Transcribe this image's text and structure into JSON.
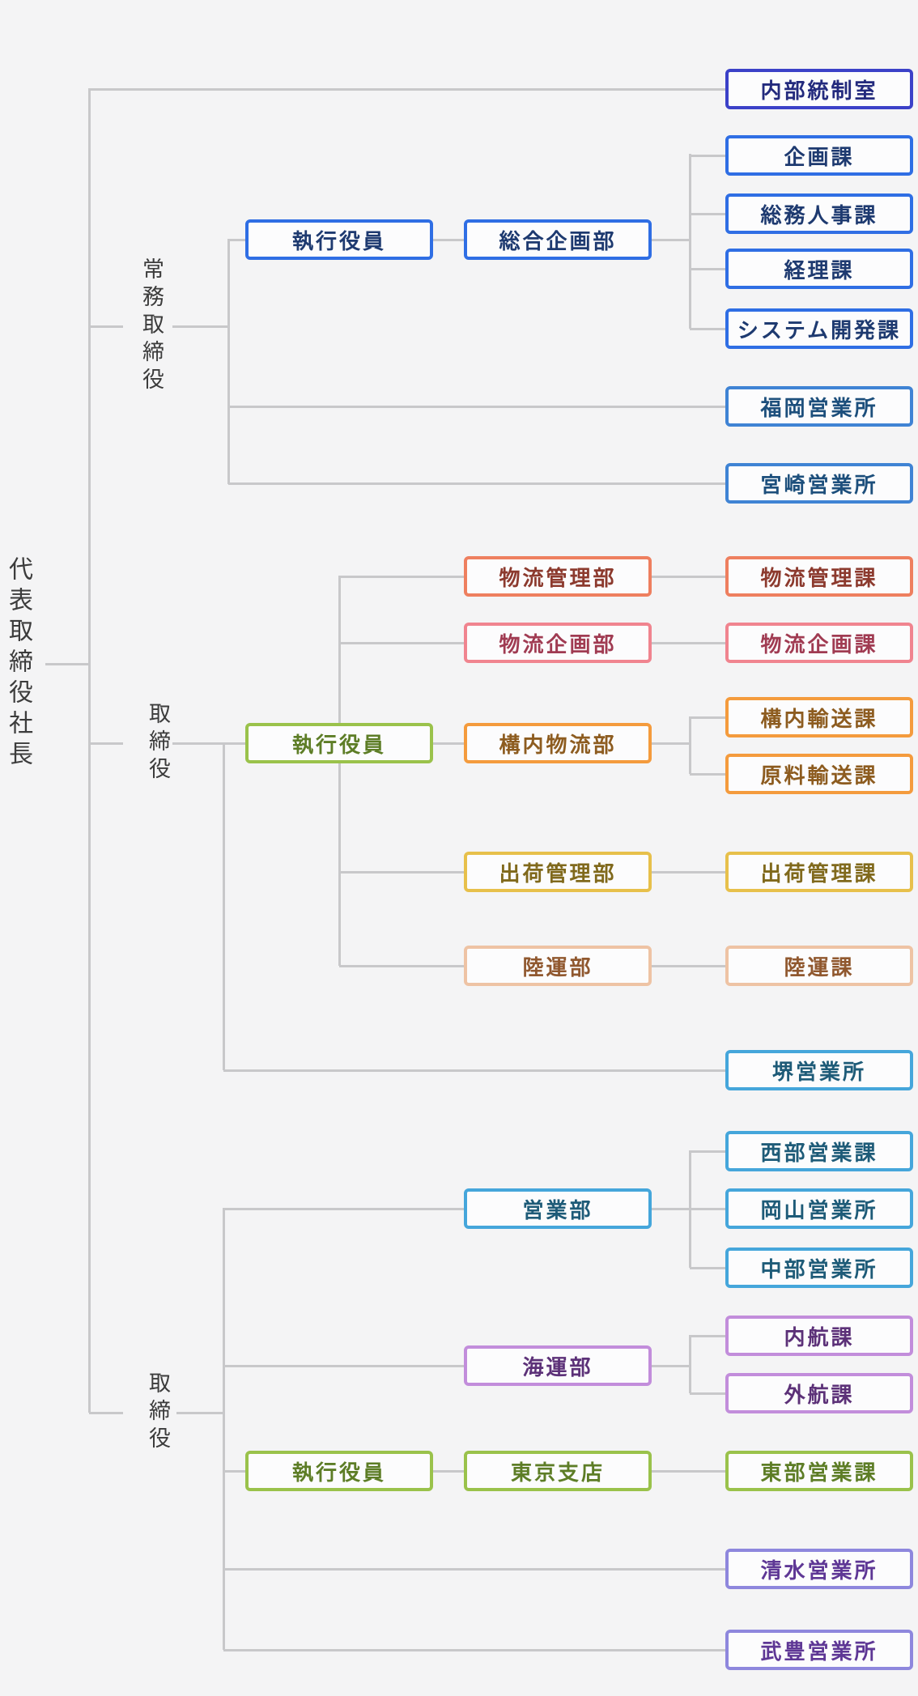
{
  "page": {
    "background": "#f4f4f5",
    "line_color": "#c8c8ca",
    "node_background": "#fcfcfd"
  },
  "roles": {
    "president": "代表取締役社長",
    "senior_managing_director": "常務取締役",
    "director_1": "取締役",
    "director_2": "取締役"
  },
  "nodes": {
    "internal_control": "内部統制室",
    "exec_officer_b": "執行役員",
    "corporate_planning_dept": "総合企画部",
    "planning_sec": "企画課",
    "general_affairs_hr_sec": "総務人事課",
    "accounting_sec": "経理課",
    "system_dev_sec": "システム開発課",
    "fukuoka_office": "福岡営業所",
    "miyazaki_office": "宮崎営業所",
    "logistics_mgmt_dept": "物流管理部",
    "logistics_mgmt_sec": "物流管理課",
    "logistics_planning_dept": "物流企画部",
    "logistics_planning_sec": "物流企画課",
    "exec_officer_c": "執行役員",
    "onsite_logistics_dept": "構内物流部",
    "onsite_transport_sec": "構内輸送課",
    "raw_material_transport_sec": "原料輸送課",
    "shipping_mgmt_dept": "出荷管理部",
    "shipping_mgmt_sec": "出荷管理課",
    "land_transport_dept": "陸運部",
    "land_transport_sec": "陸運課",
    "sakai_office": "堺営業所",
    "sales_dept": "営業部",
    "western_sales_sec": "西部営業課",
    "okayama_office": "岡山営業所",
    "chubu_office": "中部営業所",
    "marine_dept": "海運部",
    "domestic_shipping_sec": "内航課",
    "ocean_shipping_sec": "外航課",
    "exec_officer_d": "執行役員",
    "tokyo_branch": "東京支店",
    "eastern_sales_sec": "東部営業課",
    "shimizu_office": "清水営業所",
    "taketoyo_office": "武豊営業所"
  },
  "palette": {
    "indigo": {
      "border": "#3b41c8",
      "text": "#232a7d"
    },
    "blue": {
      "border": "#2f6ee4",
      "text": "#1e3a70"
    },
    "midblue": {
      "border": "#3f83d4",
      "text": "#1d4f7c"
    },
    "coral": {
      "border": "#ee7f5f",
      "text": "#8c3a2e"
    },
    "pink": {
      "border": "#f0848f",
      "text": "#a03b52"
    },
    "orange": {
      "border": "#f49b3d",
      "text": "#8d5c20"
    },
    "gold": {
      "border": "#e7c04b",
      "text": "#80691c"
    },
    "peach": {
      "border": "#eec3a4",
      "text": "#90582f"
    },
    "cyan": {
      "border": "#45a6db",
      "text": "#1e5b78"
    },
    "orchid": {
      "border": "#c28ddb",
      "text": "#5c3178"
    },
    "green": {
      "border": "#9ac24b",
      "text": "#5d7d26"
    },
    "violet": {
      "border": "#8e87dd",
      "text": "#5e3795"
    }
  }
}
